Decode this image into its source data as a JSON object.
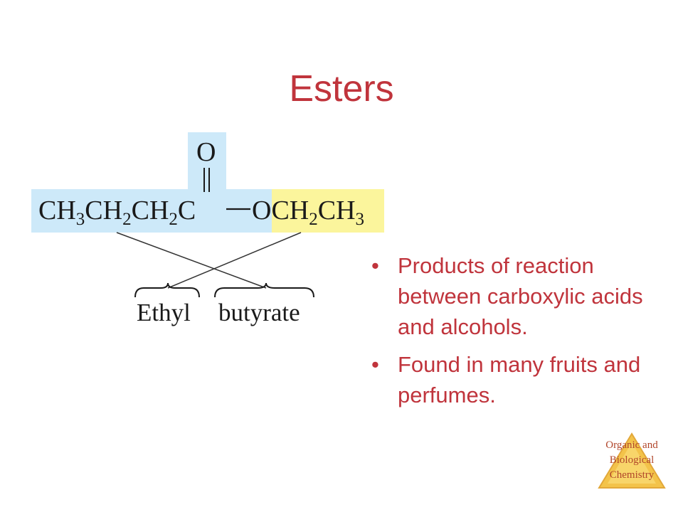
{
  "slide": {
    "title": "Esters"
  },
  "structure": {
    "carbonyl_oxygen": "O",
    "double_bond": "||",
    "formula": {
      "ch3_left": "CH",
      "sub3_a": "3",
      "ch2_a": "CH",
      "sub2_a": "2",
      "ch2_b": "CH",
      "sub2_b": "2",
      "carbon": "C",
      "single_bond": "—",
      "oxygen": "O",
      "ch2_c": "CH",
      "sub2_c": "2",
      "ch3_right": "CH",
      "sub3_b": "3"
    },
    "acid_part_color": "#cde9f9",
    "alcohol_part_color": "#fbf59c",
    "labels": {
      "alkyl": "Ethyl",
      "acid": "butyrate"
    }
  },
  "bullets": [
    "Products of reaction between carboxylic acids and alcohols.",
    "Found in many fruits and perfumes."
  ],
  "bullet_marker": "•",
  "logo": {
    "lines": [
      "Organic and",
      "Biological",
      "Chemistry"
    ],
    "color": "#f3c34a"
  }
}
